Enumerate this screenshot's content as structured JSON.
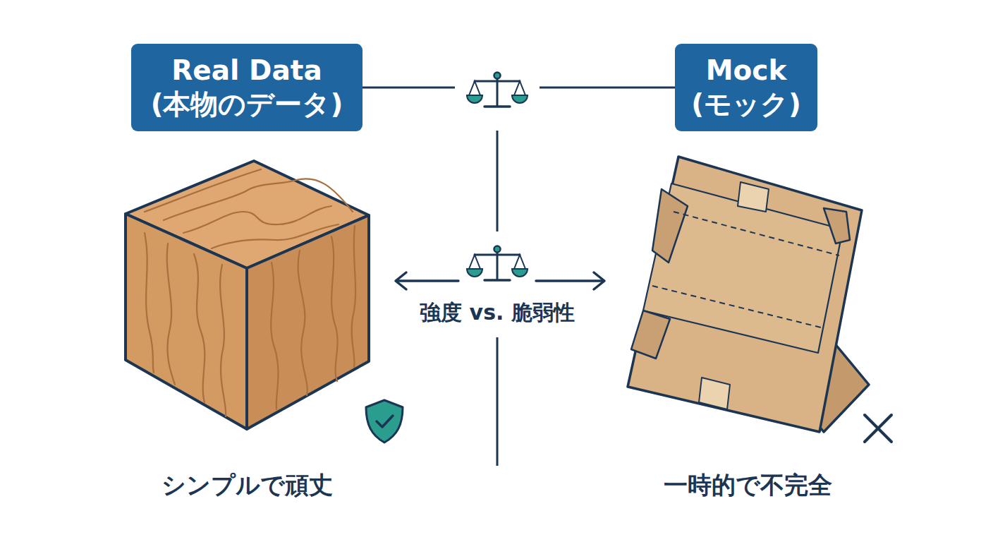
{
  "diagram": {
    "nodes": [
      {
        "text": [
          "Real Data (本物のデータ)"
        ]
      },
      {
        "text": [
          "Mock (モック)"
        ]
      }
    ],
    "edges": [
      {
        "from": 0,
        "to": 1,
        "arrow": "none"
      }
    ],
    "labels": [
      "強度 vs. 脆弱性",
      "シンプルで頑丈",
      "一時的で不完全"
    ]
  }
}
